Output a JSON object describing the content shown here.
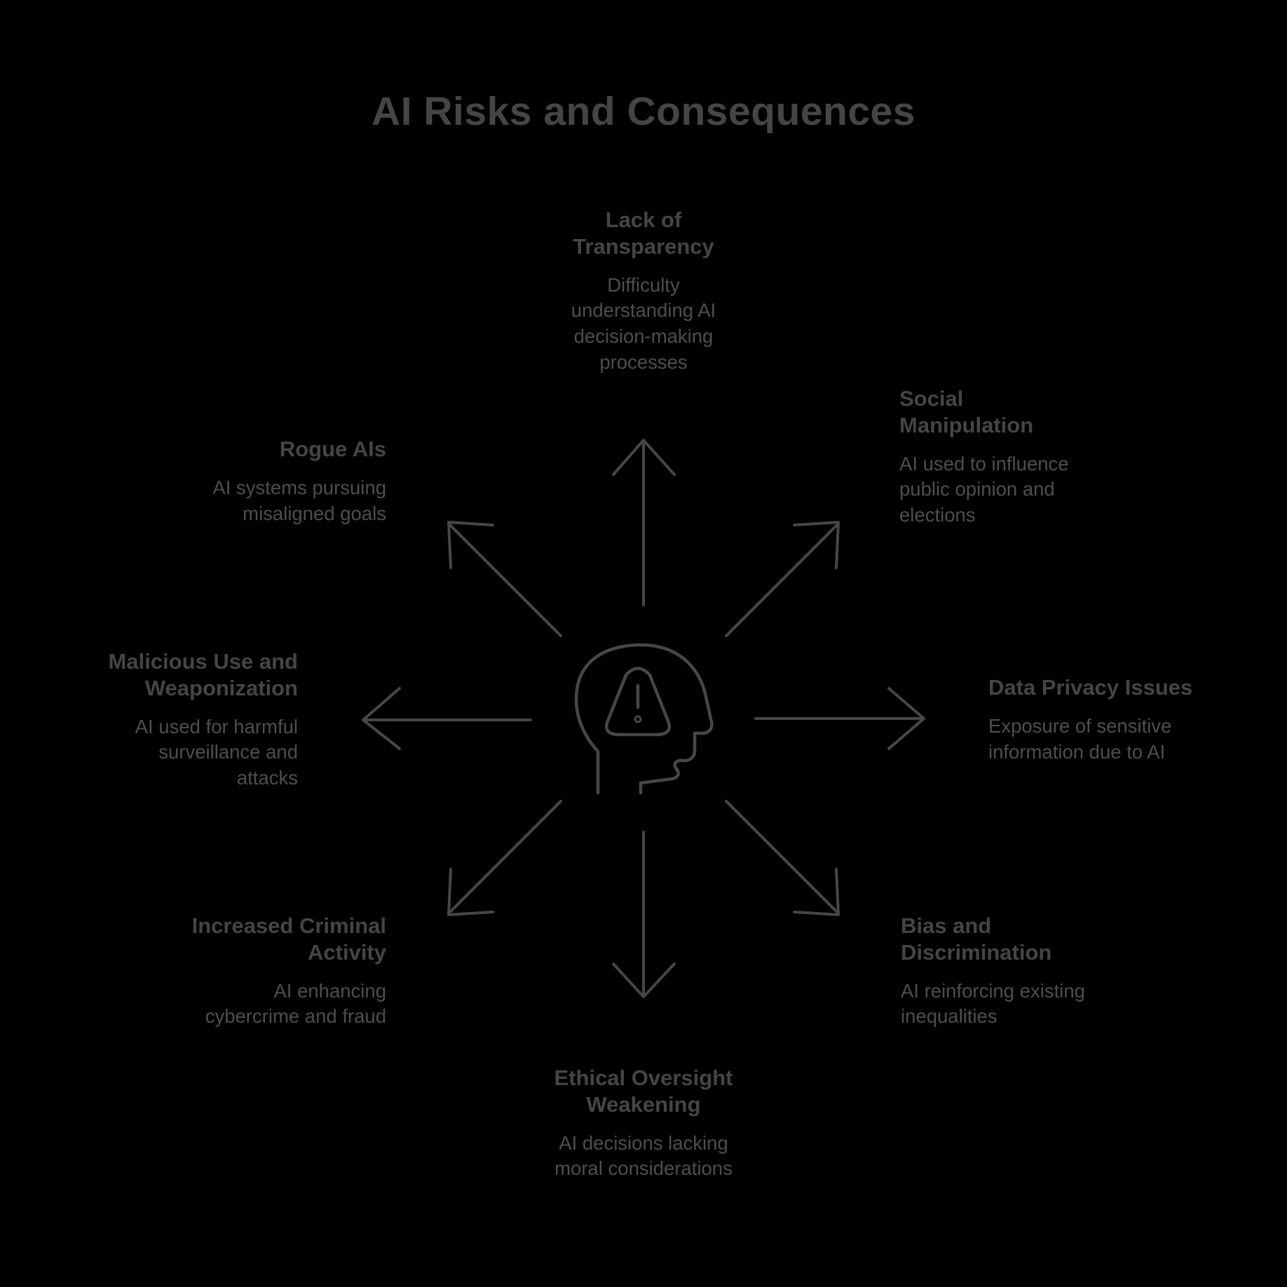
{
  "title": "AI Risks and Consequences",
  "colors": {
    "background": "#000000",
    "heading_text": "#454545",
    "body_text": "#4e4e4e",
    "line": "#47474a"
  },
  "center": {
    "icon": "head-profile-warning-icon",
    "meaning": "AI warning (head with alert triangle)"
  },
  "items": [
    {
      "key": "lack-of-transparency",
      "position": "top",
      "heading": "Lack of Transparency",
      "body": "Difficulty understanding AI decision-making processes"
    },
    {
      "key": "social-manipulation",
      "position": "top-right",
      "heading": "Social Manipulation",
      "body": "AI used to influence public opinion and elections"
    },
    {
      "key": "data-privacy-issues",
      "position": "right",
      "heading": "Data Privacy Issues",
      "body": "Exposure of sensitive information due to AI"
    },
    {
      "key": "bias-and-discrimination",
      "position": "bottom-right",
      "heading": "Bias and Discrimination",
      "body": "AI reinforcing existing inequalities"
    },
    {
      "key": "ethical-oversight-weakening",
      "position": "bottom",
      "heading": "Ethical Oversight Weakening",
      "body": "AI decisions lacking moral considerations"
    },
    {
      "key": "increased-criminal-activity",
      "position": "bottom-left",
      "heading": "Increased Criminal Activity",
      "body": "AI enhancing cybercrime and fraud"
    },
    {
      "key": "malicious-use-and-weaponization",
      "position": "left",
      "heading": "Malicious Use and Weaponization",
      "body": "AI used for harmful surveillance and attacks"
    },
    {
      "key": "rogue-ais",
      "position": "top-left",
      "heading": "Rogue AIs",
      "body": "AI systems pursuing misaligned goals"
    }
  ]
}
